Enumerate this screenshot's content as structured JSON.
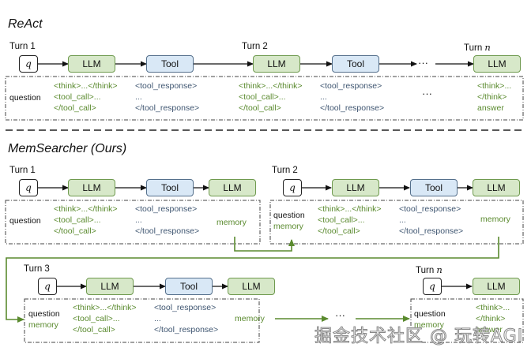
{
  "react": {
    "title": "ReAct",
    "turns": [
      {
        "label": "Turn 1",
        "n": ""
      },
      {
        "label": "Turn 2",
        "n": ""
      },
      {
        "label": "Turn ",
        "n": "n"
      }
    ],
    "nodes": {
      "q": "q",
      "llm": "LLM",
      "tool": "Tool",
      "ellipsis": "···"
    },
    "context": {
      "question": "question",
      "think_lines": [
        "<think>...</think>",
        "<tool_call>...",
        "</tool_call>"
      ],
      "tool_lines": [
        "<tool_response>",
        "...",
        "</tool_response>"
      ],
      "ellipsis": "···",
      "final_lines": [
        "<think>...",
        "</think>",
        "answer"
      ]
    }
  },
  "memsearcher": {
    "title": "MemSearcher (Ours)",
    "turns": [
      {
        "label": "Turn 1",
        "n": ""
      },
      {
        "label": "Turn 2",
        "n": ""
      },
      {
        "label": "Turn 3",
        "n": ""
      },
      {
        "label": "Turn ",
        "n": "n"
      }
    ],
    "nodes": {
      "q": "q",
      "llm": "LLM",
      "tool": "Tool",
      "ellipsis": "···"
    },
    "context": {
      "question": "question",
      "memory": "memory",
      "think_lines": [
        "<think>...</think>",
        "<tool_call>...",
        "</tool_call>"
      ],
      "tool_lines": [
        "<tool_response>",
        "...",
        "</tool_response>"
      ],
      "final_lines": [
        "<think>...",
        "</think>",
        "answer"
      ]
    }
  },
  "colors": {
    "llm_fill": "#d7e8c9",
    "llm_border": "#6f9a4f",
    "tool_fill": "#d9e8f6",
    "tool_border": "#55708c",
    "green_text": "#5a8a2e",
    "blue_text": "#3e5570",
    "memory_arrow": "#5a8a2e"
  },
  "watermark": "掘金技术社区 @ 玩转AGI"
}
